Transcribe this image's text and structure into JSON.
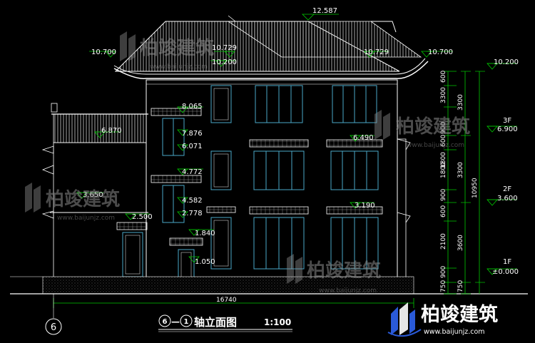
{
  "elevations": {
    "roof_ridge": "12.587",
    "left_eave": "10.700",
    "eave_a": "10.729",
    "eave_b": "10.729",
    "right_eave": "10.700",
    "upper_cornice": "10.200",
    "right_top": "10.200",
    "side_roof": "6.870",
    "third_window_top": "8.065",
    "third_window_mid": "7.876",
    "third_window_bottom": "6.071",
    "third_main_window": "6.490",
    "second_window_top": "4.772",
    "second_window_mid": "4.582",
    "second_window_bottom": "2.778",
    "first_side": "3.650",
    "door_canopy": "2.500",
    "first_main_window": "3.190",
    "entry_canopy": "1.840",
    "entry_step": "1.050"
  },
  "dimensions": {
    "segments": [
      "600",
      "3300",
      "900",
      "1800",
      "600",
      "900",
      "1800",
      "600",
      "2100",
      "900",
      "750"
    ],
    "storeys": [
      "3300",
      "3300",
      "3600",
      "750"
    ],
    "total_height": "10950",
    "total_width": "16740"
  },
  "floor_labels": {
    "f3": "3F",
    "f3_level": "6.900",
    "f2": "2F",
    "f2_level": "3.600",
    "f1": "1F",
    "f1_level": "±0.000"
  },
  "axis": {
    "left_axis": "6"
  },
  "title": {
    "circle_a": "6",
    "dash": "—",
    "circle_b": "1",
    "name": "轴立面图",
    "scale": "1:100"
  },
  "watermark": {
    "brand": "柏竣建筑",
    "url": "www.baijunjz.com"
  },
  "logo": {
    "name": "柏竣建筑",
    "url": "www.baijunjz.com"
  },
  "colors": {
    "line": "#ffffff",
    "dim": "#00c800",
    "window": "#4aa8c8",
    "wm": "#8a8a8a"
  }
}
